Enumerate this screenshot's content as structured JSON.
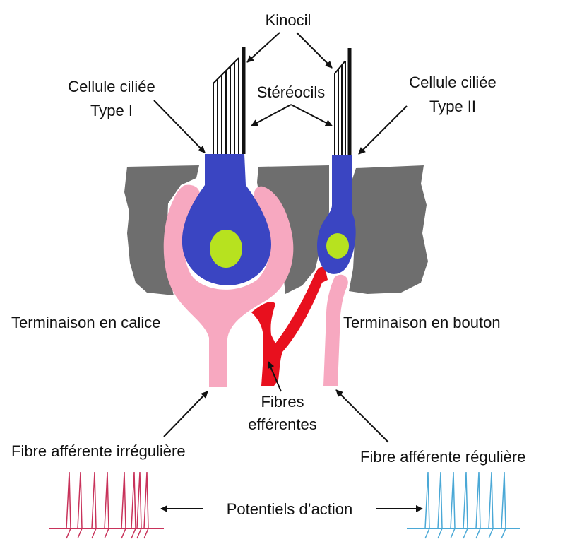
{
  "labels": {
    "kinocil": "Kinocil",
    "stereocils": "Stéréocils",
    "type1_line1": "Cellule ciliée",
    "type1_line2": "Type I",
    "type2_line1": "Cellule ciliée",
    "type2_line2": "Type II",
    "calyx": "Terminaison en calice",
    "bouton": "Terminaison en bouton",
    "efferent_line1": "Fibres",
    "efferent_line2": "efférentes",
    "afferent_irregular": "Fibre afférente irrégulière",
    "afferent_regular": "Fibre afférente régulière",
    "action_potentials": "Potentiels d’action"
  },
  "colors": {
    "support_cell": "#6e6e6e",
    "hair_cell": "#3a45c2",
    "nucleus": "#b7e21f",
    "calyx": "#f7a8c0",
    "efferent": "#e8101e",
    "irregular_trace": "#c8325a",
    "regular_trace": "#4aa8d6"
  }
}
